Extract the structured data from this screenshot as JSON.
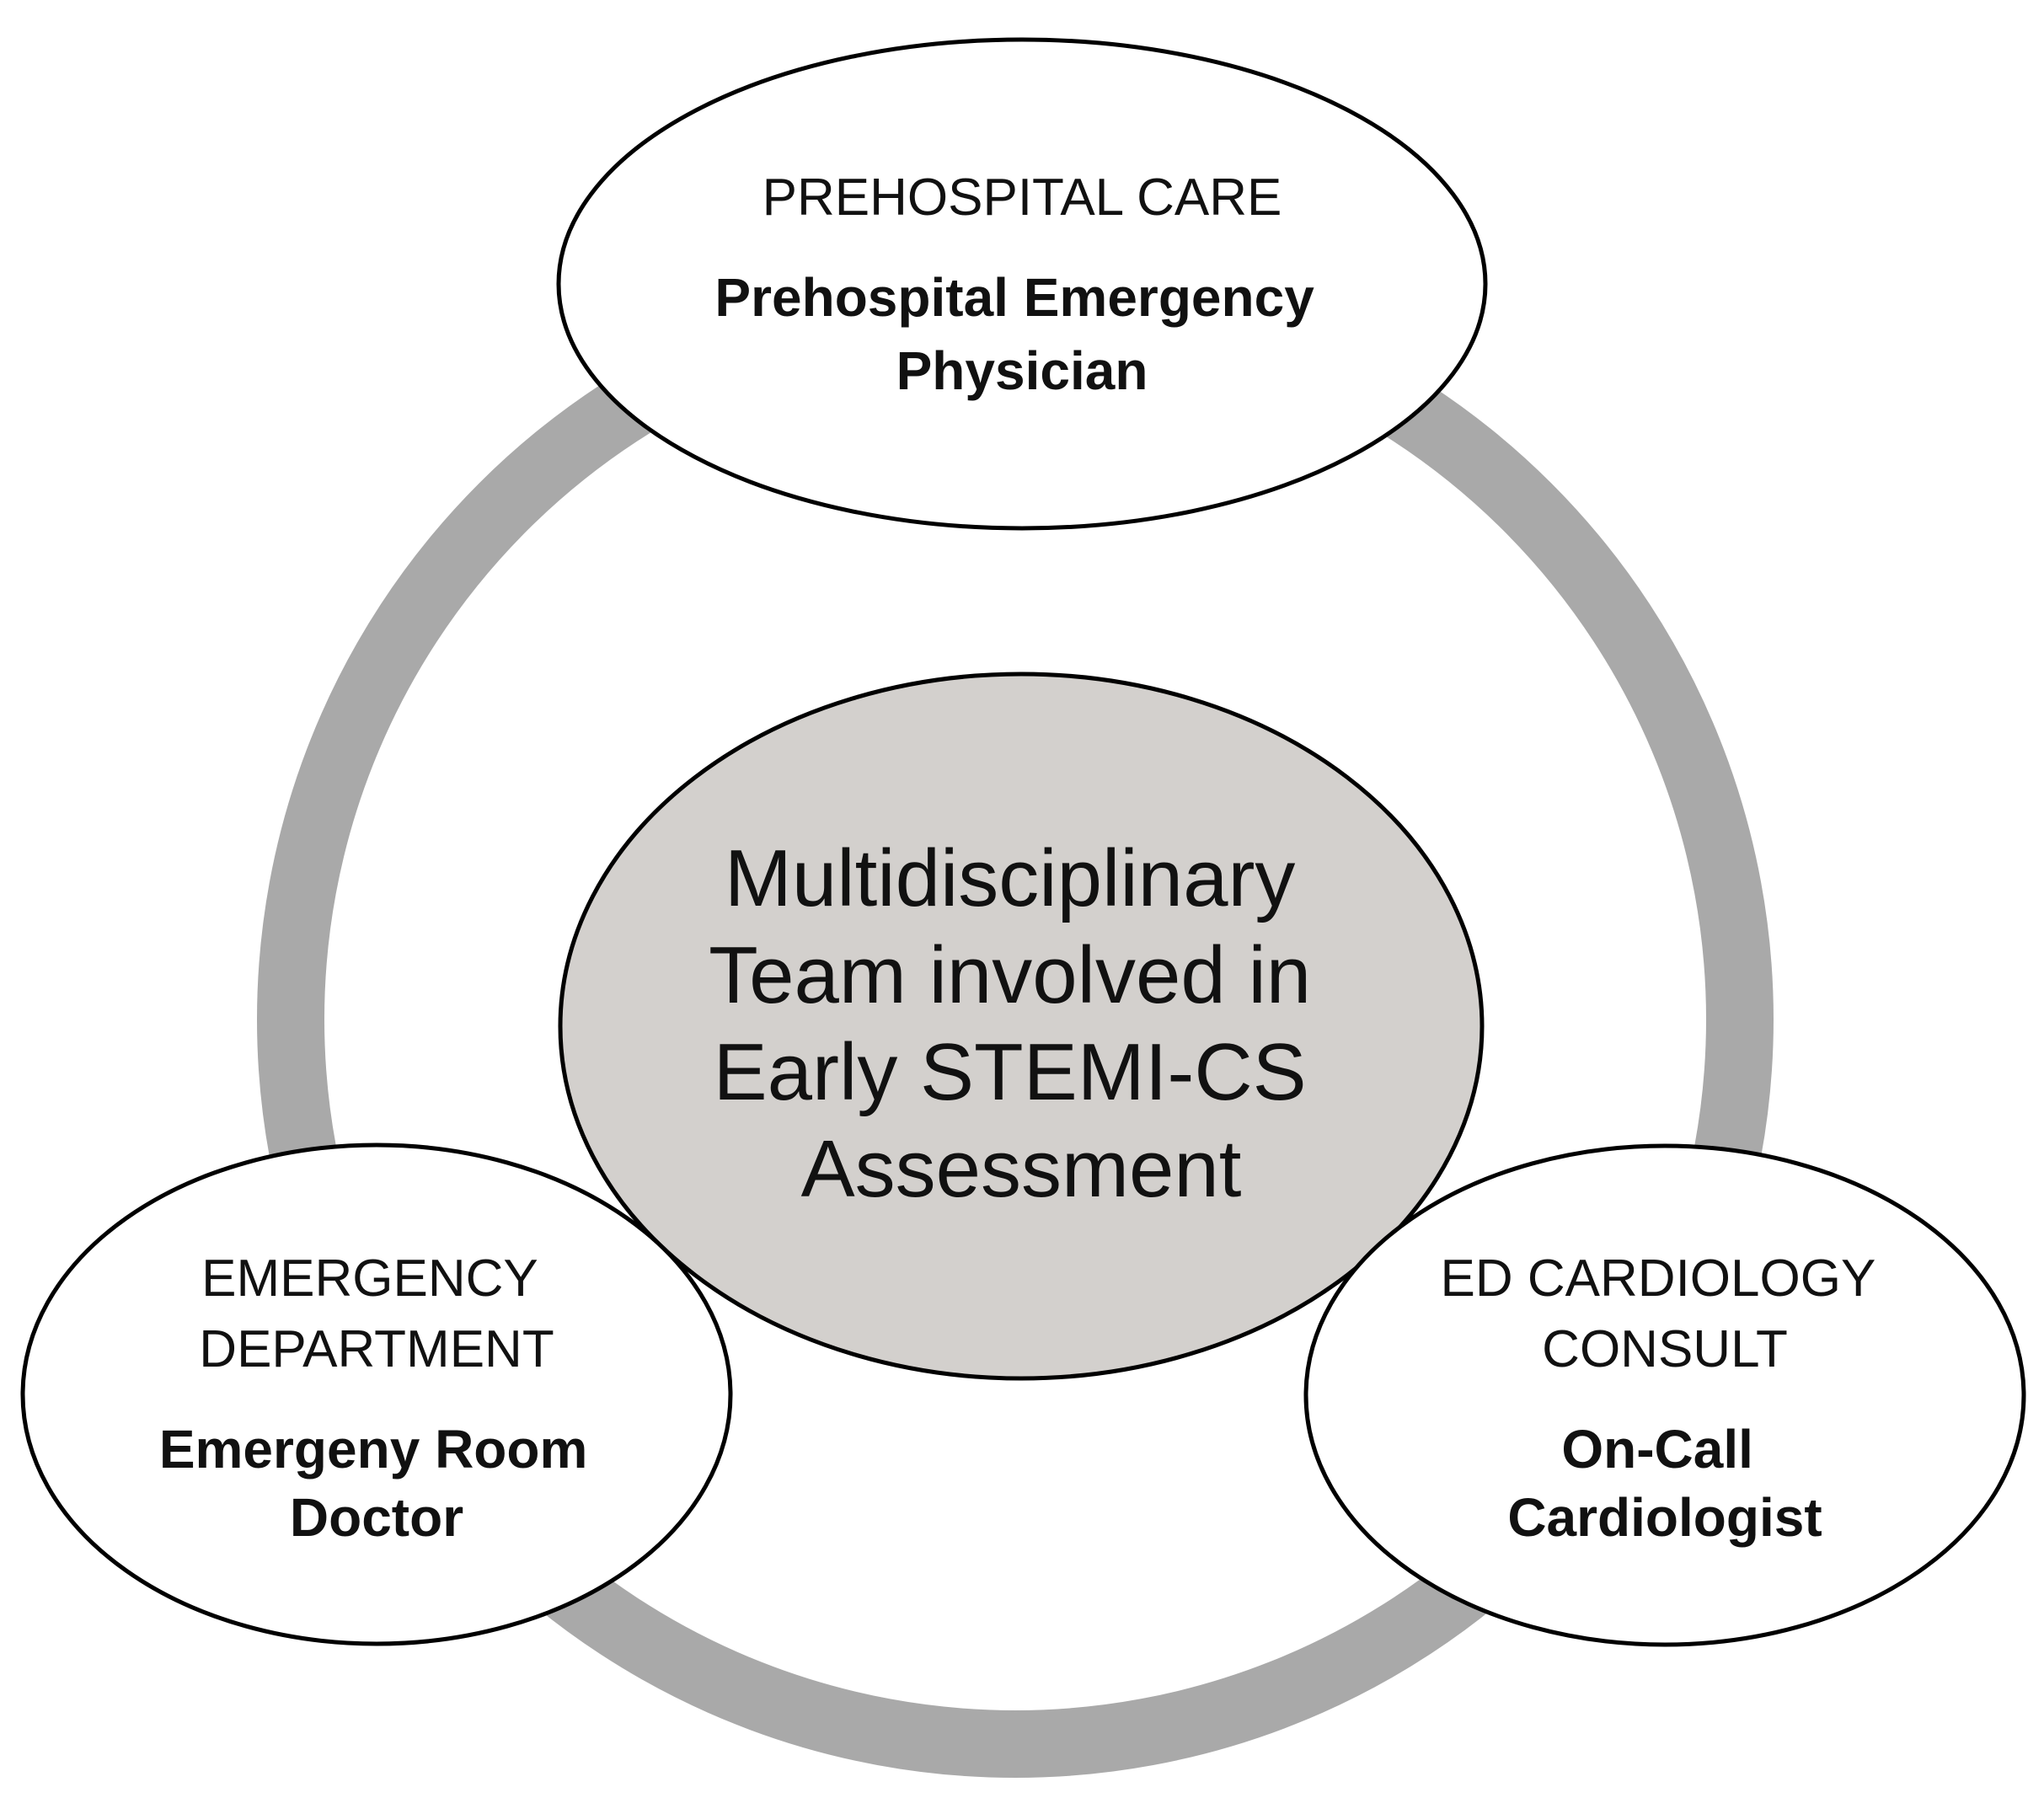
{
  "diagram": {
    "center": {
      "lines": [
        "Multidisciplinary",
        "Team involved in",
        "Early STEMI-CS",
        "Assessment"
      ]
    },
    "top": {
      "heading": "PREHOSPITAL CARE",
      "role_lines": [
        "Prehospital Emergency",
        "Physician"
      ]
    },
    "left": {
      "heading_lines": [
        "EMERGENCY",
        "DEPARTMENT"
      ],
      "role_lines": [
        "Emergeny Room",
        "Doctor"
      ]
    },
    "right": {
      "heading_lines": [
        "ED CARDIOLOGY",
        "CONSULT"
      ],
      "role_lines": [
        "On-Call",
        "Cardiologist"
      ]
    },
    "colors": {
      "ring": "#a9a9a9",
      "center_fill": "#d3d0cd",
      "node_fill": "#ffffff",
      "outline": "#000000"
    }
  }
}
